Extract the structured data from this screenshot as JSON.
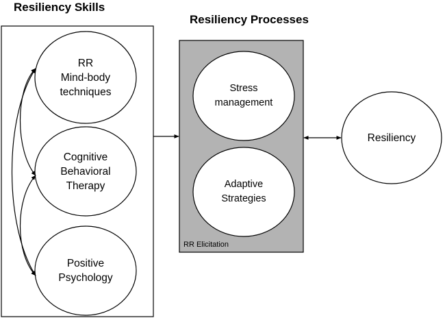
{
  "headers": {
    "skills": "Resiliency Skills",
    "processes": "Resiliency Processes"
  },
  "skills": [
    {
      "lines": [
        "RR",
        "Mind-body",
        "techniques"
      ]
    },
    {
      "lines": [
        "Cognitive",
        "Behavioral",
        "Therapy"
      ]
    },
    {
      "lines": [
        "Positive",
        "Psychology"
      ]
    }
  ],
  "processes": [
    {
      "lines": [
        "Stress",
        "management"
      ]
    },
    {
      "lines": [
        "Adaptive",
        "Strategies"
      ]
    }
  ],
  "process_box_label": "RR Elicitation",
  "outcome": {
    "lines": [
      "Resiliency"
    ]
  },
  "colors": {
    "process_box_fill": "#b3b3b3",
    "stroke": "#000000",
    "node_fill": "#ffffff"
  }
}
